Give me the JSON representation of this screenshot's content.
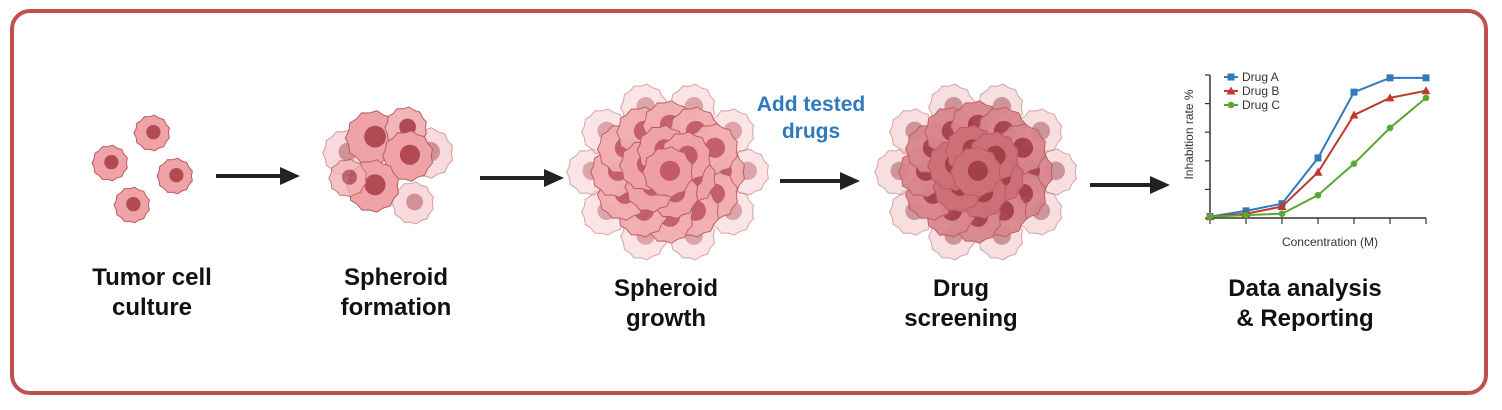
{
  "colors": {
    "frame": "#c0504d",
    "cell_light": "#f0a3a6",
    "cell_mid": "#e27b80",
    "cell_dark": "#b85c63",
    "nucleus": "#b14a53",
    "accent_blue": "#2f79bd",
    "arrow": "#222222"
  },
  "steps": [
    {
      "label": "Tumor cell\nculture"
    },
    {
      "label": "Spheroid\nformation"
    },
    {
      "label": "Spheroid\ngrowth"
    },
    {
      "label": "Drug\nscreening"
    },
    {
      "label": "Data analysis\n& Reporting"
    }
  ],
  "drug_note": "Add tested\ndrugs",
  "chart_data": {
    "type": "line",
    "xlabel": "Concentration (M)",
    "ylabel": "Inhabition rate %",
    "x": [
      1,
      2,
      3,
      4,
      5,
      6,
      7
    ],
    "ylim": [
      0,
      100
    ],
    "series": [
      {
        "name": "Drug A",
        "color": "#2f79bd",
        "marker": "square",
        "values": [
          1,
          5,
          10,
          42,
          88,
          98,
          98
        ]
      },
      {
        "name": "Drug B",
        "color": "#c0392b",
        "marker": "triangle",
        "values": [
          1,
          3,
          8,
          32,
          72,
          84,
          89
        ]
      },
      {
        "name": "Drug C",
        "color": "#5aa832",
        "marker": "circle",
        "values": [
          1,
          2,
          3,
          16,
          38,
          63,
          84
        ]
      }
    ],
    "legend": "top-left"
  }
}
